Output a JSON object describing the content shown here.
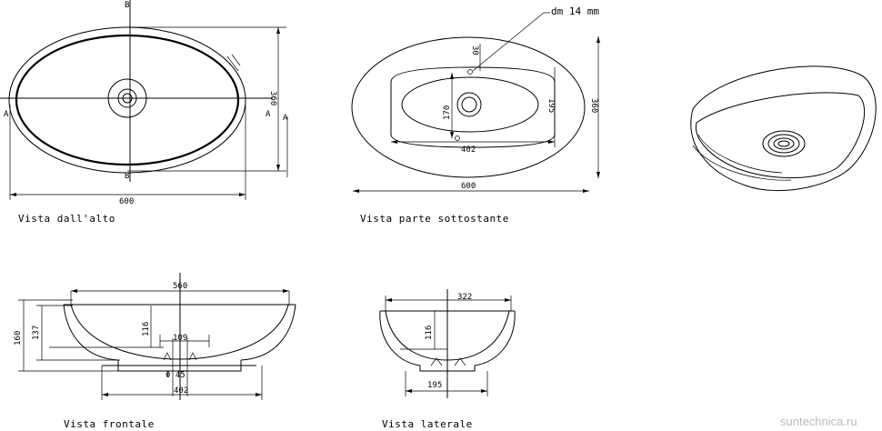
{
  "top_view": {
    "caption": "Vista dall'alto",
    "dim_width": "600",
    "dim_height": "360",
    "section_a": "A",
    "section_b": "B"
  },
  "bottom_view": {
    "caption": "Vista parte sottostante",
    "note": "dm 14  mm",
    "dim_30": "30",
    "dim_170": "170",
    "dim_195": "195",
    "dim_402": "402",
    "dim_600": "600",
    "dim_360": "360"
  },
  "front_view": {
    "caption": "Vista frontale",
    "dim_560": "560",
    "dim_160": "160",
    "dim_137": "137",
    "dim_116": "116",
    "dim_109": "109",
    "dim_45": "Φ 45",
    "dim_402": "402"
  },
  "side_view": {
    "caption": "Vista laterale",
    "dim_322": "322",
    "dim_116": "116",
    "dim_195": "195"
  },
  "watermark": "suntechnica.ru"
}
